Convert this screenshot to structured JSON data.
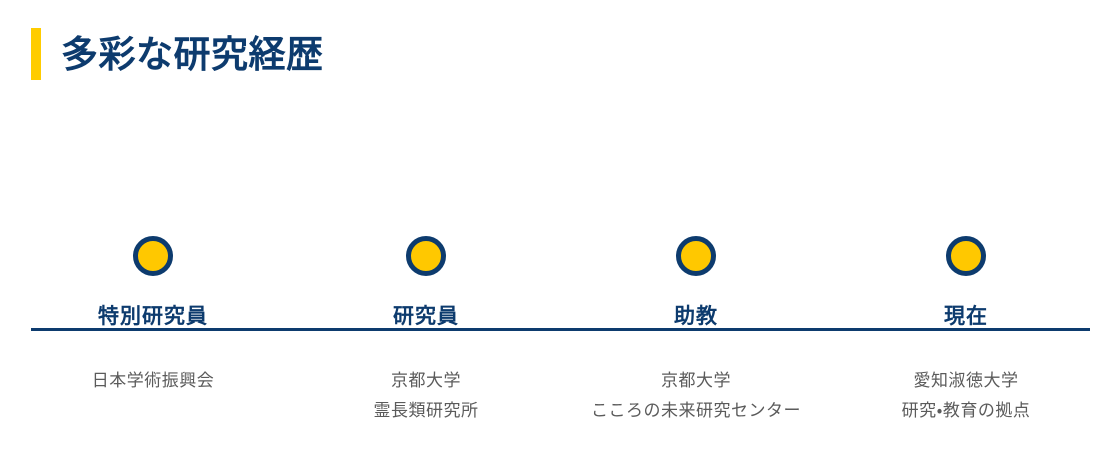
{
  "slide": {
    "title": "多彩な研究経歴",
    "accent_color": "#ffcc00",
    "title_color": "#0d3b6e",
    "subtitle_color": "#5b5b5b",
    "background_color": "#ffffff"
  },
  "timeline": {
    "axis_color": "#0d3b6e",
    "marker_fill": "#ffc800",
    "marker_border": "#0d3b6e",
    "items": [
      {
        "label": "特別研究員",
        "sub_line1": "日本学術振興会",
        "sub_line2": ""
      },
      {
        "label": "研究員",
        "sub_line1": "京都大学",
        "sub_line2": "霊長類研究所"
      },
      {
        "label": "助教",
        "sub_line1": "京都大学",
        "sub_line2": "こころの未来研究センター"
      },
      {
        "label": "現在",
        "sub_line1": "愛知淑徳大学",
        "sub_line2": "研究・教育の拠点"
      }
    ]
  }
}
